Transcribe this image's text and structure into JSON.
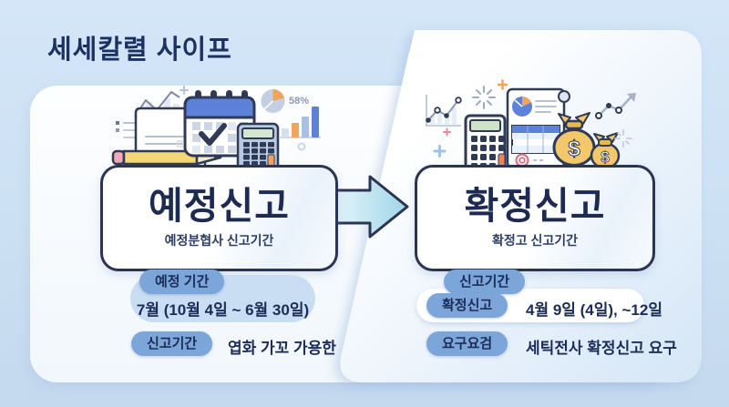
{
  "header": {
    "title": "세세칼렬 사이프"
  },
  "left_section": {
    "card": {
      "title": "예정신고",
      "subtitle": "예정분협사 신고기간"
    },
    "period_badge": "예정 기간",
    "period_value": "7월 (10월 4일 ~ 6월 30일)",
    "report_badge": "신고기간",
    "report_value": "엽화 가꼬 가용한",
    "pie_label": "58%"
  },
  "right_section": {
    "card": {
      "title": "확정신고",
      "subtitle": "확정고 신고기간"
    },
    "period_badge": "신고기간",
    "row1_badge": "확정신고",
    "row1_value": "4월 9일 (4일), ~12일",
    "row2_badge": "요구요검",
    "row2_value": "세틱전사 확정신고 요구",
    "money_symbol": "$"
  },
  "icons": [
    "line-chart-icon",
    "list-lines-icon",
    "document-icon",
    "pencil-icon",
    "calendar-icon",
    "checkmark-icon",
    "calculator-icon",
    "pie-chart-icon",
    "bar-chart-icon",
    "scroll-document-icon",
    "table-icon",
    "stamp-icon",
    "money-bag-icon",
    "trend-arrow-icon",
    "sparkle-icon",
    "plus-icon",
    "arrow-right-icon"
  ],
  "colors": {
    "background": "#cfe2f4",
    "panel": "#fbfdff",
    "outline_navy": "#2b3552",
    "text_navy": "#1c2c58",
    "badge_blue": "#7ca6da",
    "light_blue_box": "#c9ddf3",
    "accent_blue": "#5b82d8",
    "accent_orange": "#f2a45c",
    "money_gold": "#f3c86b",
    "arrow_fill": "#b9e2ef"
  }
}
